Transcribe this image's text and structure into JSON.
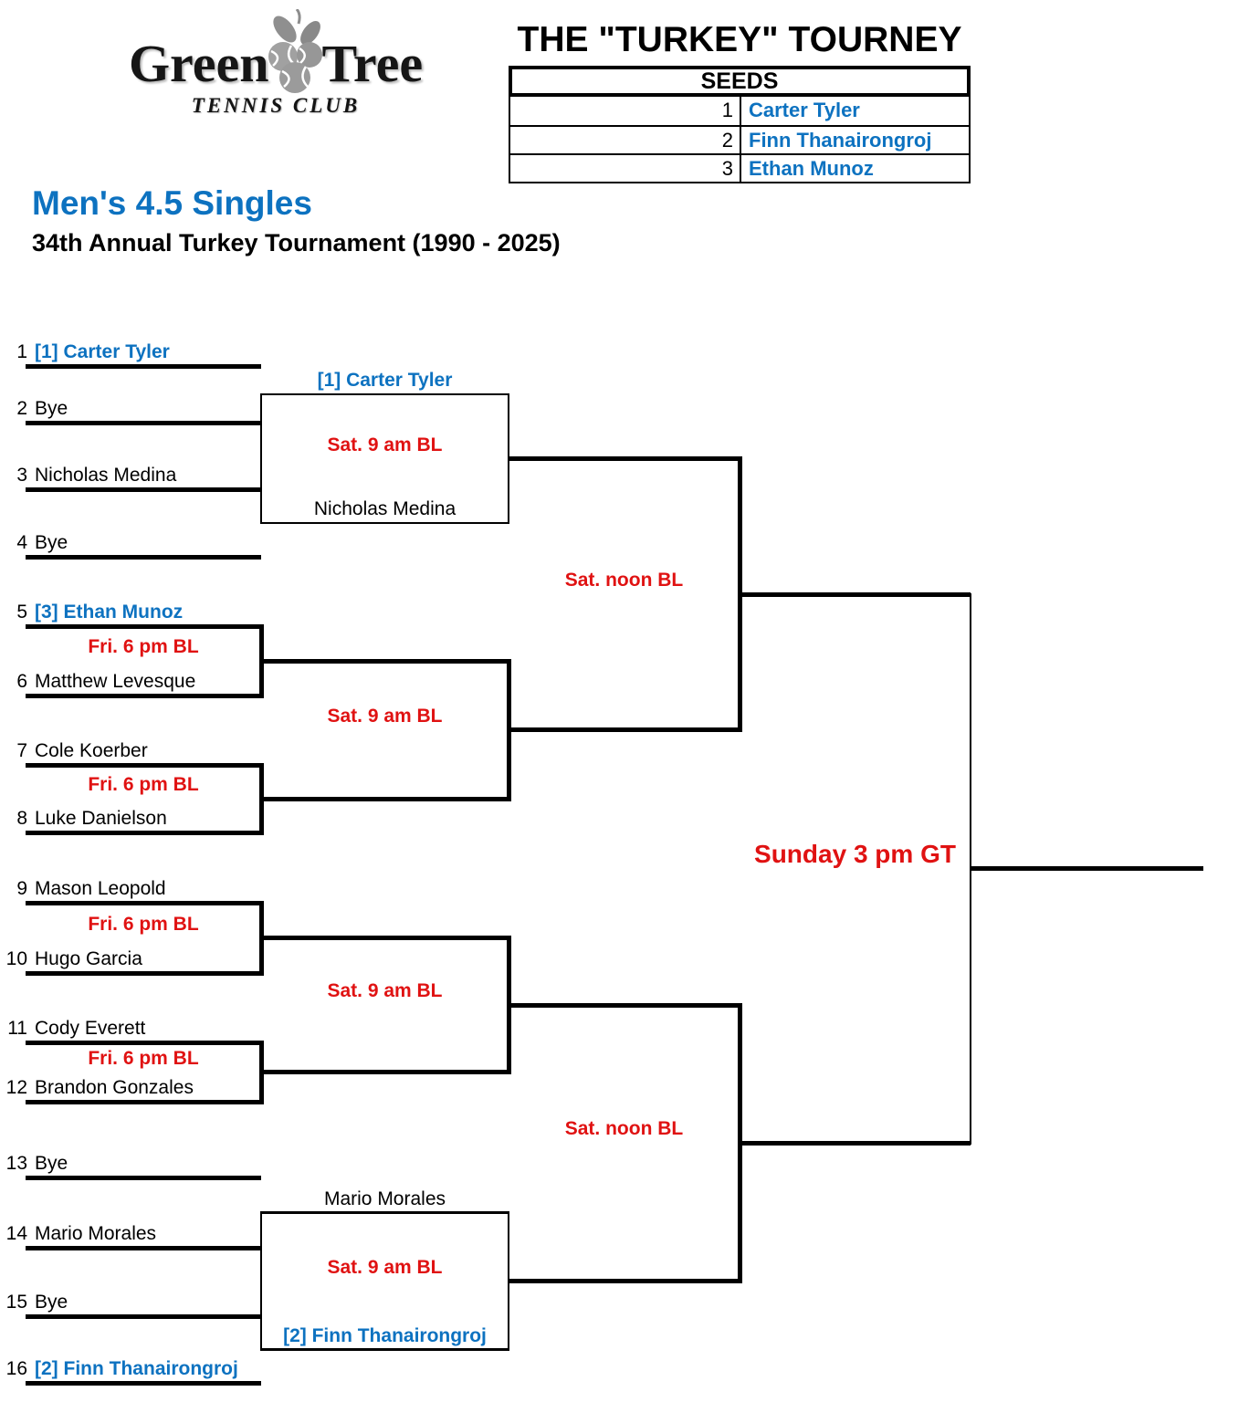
{
  "logo": {
    "word1": "Green",
    "word2": "Tree",
    "subtitle": "TENNIS CLUB"
  },
  "header": {
    "title": "THE \"TURKEY\" TOURNEY",
    "seeds_title": "SEEDS",
    "seeds": [
      {
        "num": "1",
        "name": "Carter Tyler"
      },
      {
        "num": "2",
        "name": "Finn Thanairongroj"
      },
      {
        "num": "3",
        "name": "Ethan Munoz"
      }
    ]
  },
  "event": {
    "title": "Men's 4.5 Singles",
    "subtitle": "34th Annual Turkey Tournament (1990 - 2025)"
  },
  "bracket": {
    "entries": [
      {
        "num": "1",
        "name": "[1] Carter Tyler",
        "seeded": true
      },
      {
        "num": "2",
        "name": "Bye",
        "seeded": false
      },
      {
        "num": "3",
        "name": "Nicholas Medina",
        "seeded": false
      },
      {
        "num": "4",
        "name": "Bye",
        "seeded": false
      },
      {
        "num": "5",
        "name": "[3] Ethan Munoz",
        "seeded": true
      },
      {
        "num": "6",
        "name": "Matthew Levesque",
        "seeded": false
      },
      {
        "num": "7",
        "name": "Cole Koerber",
        "seeded": false
      },
      {
        "num": "8",
        "name": "Luke Danielson",
        "seeded": false
      },
      {
        "num": "9",
        "name": "Mason Leopold",
        "seeded": false
      },
      {
        "num": "10",
        "name": "Hugo Garcia",
        "seeded": false
      },
      {
        "num": "11",
        "name": "Cody Everett",
        "seeded": false
      },
      {
        "num": "12",
        "name": "Brandon Gonzales",
        "seeded": false
      },
      {
        "num": "13",
        "name": "Bye",
        "seeded": false
      },
      {
        "num": "14",
        "name": "Mario Morales",
        "seeded": false
      },
      {
        "num": "15",
        "name": "Bye",
        "seeded": false
      },
      {
        "num": "16",
        "name": "[2] Finn Thanairongroj",
        "seeded": true
      }
    ],
    "advancers": [
      {
        "slot": 0,
        "name": "[1] Carter Tyler",
        "seeded": true
      },
      {
        "slot": 1,
        "name": "Nicholas Medina",
        "seeded": false
      },
      {
        "slot": 6,
        "name": "Mario Morales",
        "seeded": false
      },
      {
        "slot": 7,
        "name": "[2] Finn Thanairongroj",
        "seeded": true
      }
    ],
    "round1_times": [
      {
        "pair": 2,
        "text": "Fri. 6 pm BL"
      },
      {
        "pair": 3,
        "text": "Fri. 6 pm BL"
      },
      {
        "pair": 4,
        "text": "Fri. 6 pm BL"
      },
      {
        "pair": 5,
        "text": "Fri. 6 pm BL"
      }
    ],
    "round2_times": [
      "Sat. 9 am BL",
      "Sat. 9 am BL",
      "Sat. 9 am BL",
      "Sat. 9 am BL"
    ],
    "round3_times": [
      "Sat. noon BL",
      "Sat. noon BL"
    ],
    "final_time": "Sunday 3 pm GT",
    "bye_box_matches": [
      0,
      3
    ]
  },
  "colors": {
    "blue": "#0d72c0",
    "red": "#e01212",
    "line": "#000000"
  }
}
